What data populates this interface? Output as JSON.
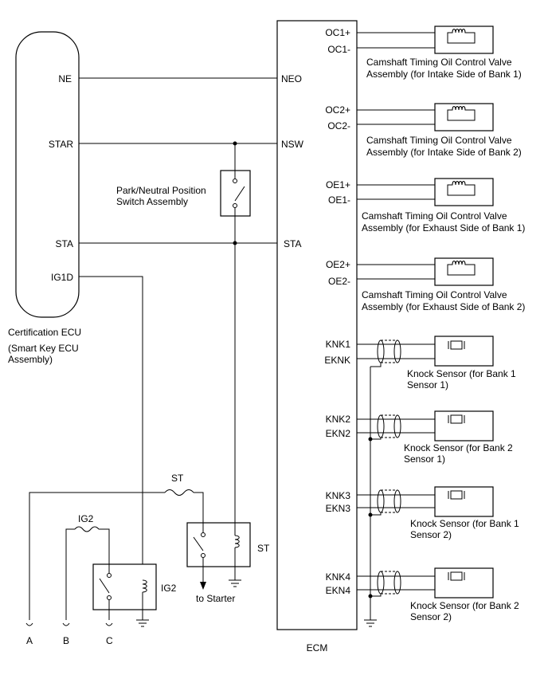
{
  "cert_ecu": {
    "pins": {
      "ne": "NE",
      "star": "STAR",
      "sta": "STA",
      "ig1d": "IG1D"
    },
    "name_line1": "Certification ECU",
    "name_line2": "(Smart Key ECU",
    "name_line3": "Assembly)"
  },
  "ecm": {
    "name": "ECM",
    "pins": {
      "neo": "NEO",
      "nsw": "NSW",
      "sta": "STA",
      "oc1p": "OC1+",
      "oc1m": "OC1-",
      "oc2p": "OC2+",
      "oc2m": "OC2-",
      "oe1p": "OE1+",
      "oe1m": "OE1-",
      "oe2p": "OE2+",
      "oe2m": "OE2-",
      "knk1": "KNK1",
      "eknk": "EKNK",
      "knk2": "KNK2",
      "ekn2": "EKN2",
      "knk3": "KNK3",
      "ekn3": "EKN3",
      "knk4": "KNK4",
      "ekn4": "EKN4"
    }
  },
  "pnp_switch": {
    "line1": "Park/Neutral Position",
    "line2": "Switch Assembly"
  },
  "valves": [
    {
      "line1": "Camshaft Timing Oil Control Valve",
      "line2": "Assembly (for Intake Side of Bank 1)"
    },
    {
      "line1": "Camshaft Timing Oil Control Valve",
      "line2": "Assembly (for Intake Side of Bank 2)"
    },
    {
      "line1": "Camshaft Timing Oil Control Valve",
      "line2": "Assembly (for Exhaust Side of Bank 1)"
    },
    {
      "line1": "Camshaft Timing Oil Control Valve",
      "line2": "Assembly (for Exhaust Side of Bank 2)"
    }
  ],
  "knock_sensors": [
    {
      "line1": "Knock Sensor (for Bank 1",
      "line2": "Sensor 1)"
    },
    {
      "line1": "Knock Sensor (for Bank 2",
      "line2": "Sensor 1)"
    },
    {
      "line1": "Knock Sensor (for Bank 1",
      "line2": "Sensor 2)"
    },
    {
      "line1": "Knock Sensor (for Bank 2",
      "line2": "Sensor 2)"
    }
  ],
  "relays": {
    "st": "ST",
    "ig2": "IG2"
  },
  "fuses": {
    "st": "ST",
    "ig2": "IG2"
  },
  "to_starter": "to Starter",
  "connectors": {
    "a": "A",
    "b": "B",
    "c": "C"
  }
}
